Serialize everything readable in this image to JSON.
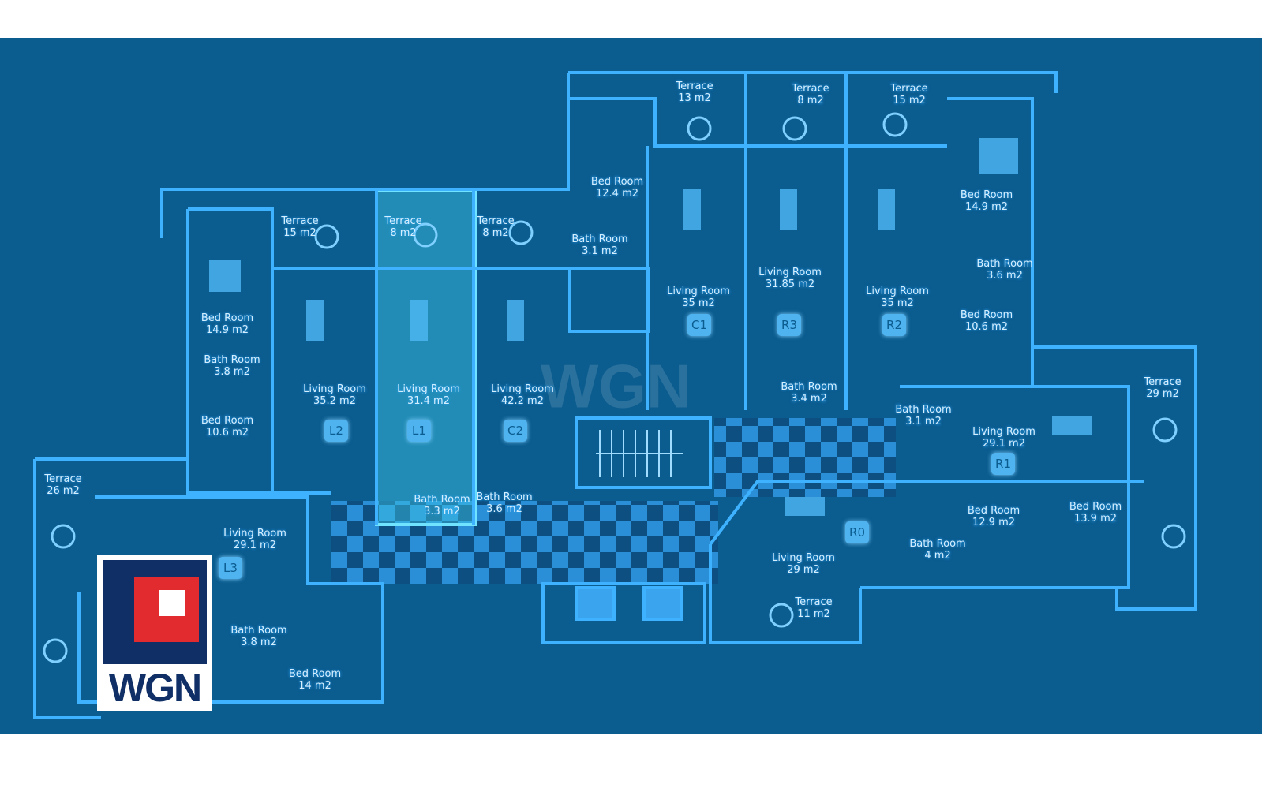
{
  "colors": {
    "background": "#0b5c8f",
    "wall": "#3fb2ff",
    "highlight": "#3ec7e6",
    "logo_blue": "#0f2f66",
    "logo_red": "#e12b2f"
  },
  "watermark": "WGN",
  "logo": {
    "text": "WGN"
  },
  "units": [
    "L1",
    "L2",
    "L3",
    "C1",
    "C2",
    "R0",
    "R1",
    "R2",
    "R3"
  ],
  "rooms": [
    {
      "name": "Terrace",
      "area": "13 m2"
    },
    {
      "name": "Terrace",
      "area": "8 m2"
    },
    {
      "name": "Terrace",
      "area": "15 m2"
    },
    {
      "name": "Bed Room",
      "area": "12.4 m2"
    },
    {
      "name": "Bed Room",
      "area": "14.9 m2"
    },
    {
      "name": "Bath Room",
      "area": "3.1 m2"
    },
    {
      "name": "Bath Room",
      "area": "3.6 m2"
    },
    {
      "name": "Living Room",
      "area": "35  m2"
    },
    {
      "name": "Living Room",
      "area": "31.85 m2"
    },
    {
      "name": "Living Room",
      "area": "35 m2"
    },
    {
      "name": "Bed Room",
      "area": "10.6 m2"
    },
    {
      "name": "Bath Room",
      "area": "3.4 m2"
    },
    {
      "name": "Bath Room",
      "area": "3.1 m2"
    },
    {
      "name": "Terrace",
      "area": "29 m2"
    },
    {
      "name": "Living Room",
      "area": "29.1 m2"
    },
    {
      "name": "Bed Room",
      "area": "12.9 m2"
    },
    {
      "name": "Bed Room",
      "area": "13.9 m2"
    },
    {
      "name": "Living Room",
      "area": "29 m2"
    },
    {
      "name": "Bath Room",
      "area": "4 m2"
    },
    {
      "name": "Terrace",
      "area": "11 m2"
    },
    {
      "name": "Terrace",
      "area": "15 m2"
    },
    {
      "name": "Terrace",
      "area": "8 m2"
    },
    {
      "name": "Terrace",
      "area": "8 m2"
    },
    {
      "name": "Bed Room",
      "area": "14.9 m2"
    },
    {
      "name": "Bath Room",
      "area": "3.8 m2"
    },
    {
      "name": "Living Room",
      "area": "35.2  m2"
    },
    {
      "name": "Living Room",
      "area": "31.4 m2"
    },
    {
      "name": "Living Room",
      "area": "42.2  m2"
    },
    {
      "name": "Bed Room",
      "area": "10.6 m2"
    },
    {
      "name": "Bath Room",
      "area": "3.3 m2"
    },
    {
      "name": "Bath Room",
      "area": "3.6 m2"
    },
    {
      "name": "Terrace",
      "area": "26 m2"
    },
    {
      "name": "Living Room",
      "area": "29.1 m2"
    },
    {
      "name": "Bath Room",
      "area": "3.8 m2"
    },
    {
      "name": "Bed Room",
      "area": "14 m2"
    }
  ]
}
